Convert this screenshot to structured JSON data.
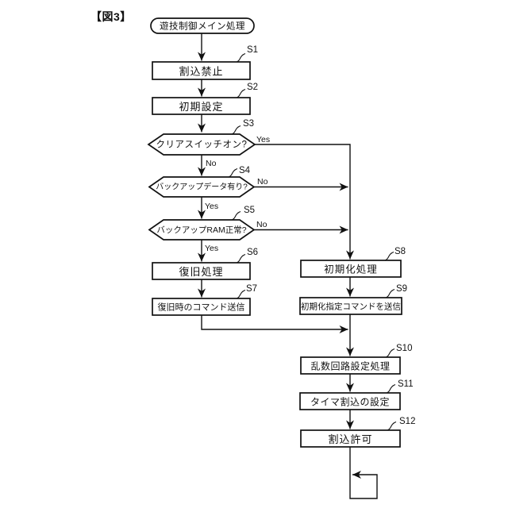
{
  "figure_label": "【図3】",
  "flowchart": {
    "start_label": "遊技制御メイン処理",
    "steps": [
      {
        "id": "S1",
        "type": "process",
        "label": "割込禁止"
      },
      {
        "id": "S2",
        "type": "process",
        "label": "初期設定"
      },
      {
        "id": "S3",
        "type": "decision",
        "label": "クリアスイッチオン?",
        "yes_label": "Yes",
        "no_label": "No"
      },
      {
        "id": "S4",
        "type": "decision",
        "label": "バックアップデータ有り?",
        "yes_label": "Yes",
        "no_label": "No"
      },
      {
        "id": "S5",
        "type": "decision",
        "label": "バックアップRAM正常?",
        "yes_label": "Yes",
        "no_label": "No"
      },
      {
        "id": "S6",
        "type": "process",
        "label": "復旧処理"
      },
      {
        "id": "S7",
        "type": "process",
        "label": "復旧時のコマンド送信"
      },
      {
        "id": "S8",
        "type": "process",
        "label": "初期化処理"
      },
      {
        "id": "S9",
        "type": "process",
        "label": "初期化指定コマンドを送信"
      },
      {
        "id": "S10",
        "type": "process",
        "label": "乱数回路設定処理"
      },
      {
        "id": "S11",
        "type": "process",
        "label": "タイマ割込の設定"
      },
      {
        "id": "S12",
        "type": "process",
        "label": "割込許可"
      }
    ],
    "edges": [
      {
        "from": "start",
        "to": "S1"
      },
      {
        "from": "S1",
        "to": "S2"
      },
      {
        "from": "S2",
        "to": "S3"
      },
      {
        "from": "S3",
        "to": "S4",
        "label": "No"
      },
      {
        "from": "S3",
        "to": "S8",
        "label": "Yes"
      },
      {
        "from": "S4",
        "to": "S5",
        "label": "Yes"
      },
      {
        "from": "S4",
        "to": "S8",
        "label": "No"
      },
      {
        "from": "S5",
        "to": "S6",
        "label": "Yes"
      },
      {
        "from": "S5",
        "to": "S8",
        "label": "No"
      },
      {
        "from": "S6",
        "to": "S7"
      },
      {
        "from": "S7",
        "to": "S10"
      },
      {
        "from": "S8",
        "to": "S9"
      },
      {
        "from": "S9",
        "to": "S10"
      },
      {
        "from": "S10",
        "to": "S11"
      },
      {
        "from": "S11",
        "to": "S12"
      },
      {
        "from": "S12",
        "to": "loop-back"
      }
    ]
  }
}
